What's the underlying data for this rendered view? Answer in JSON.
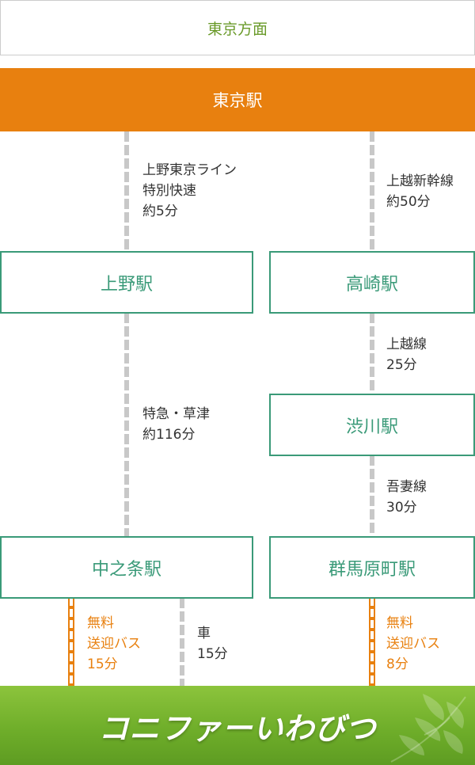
{
  "direction": {
    "label": "東京方面"
  },
  "origin": {
    "label": "東京駅"
  },
  "stations": {
    "ueno": "上野駅",
    "takasaki": "高崎駅",
    "shibukawa": "渋川駅",
    "nakanojo": "中之条駅",
    "gunmaharamachi": "群馬原町駅"
  },
  "segments": {
    "tokyo_ueno": [
      "上野東京ライン",
      "特別快速",
      "約5分"
    ],
    "tokyo_takasaki": [
      "上越新幹線",
      "約50分"
    ],
    "takasaki_shibukawa": [
      "上越線",
      "25分"
    ],
    "ueno_nakanojo": [
      "特急・草津",
      "約116分"
    ],
    "shibukawa_gunmaharamachi": [
      "吾妻線",
      "30分"
    ],
    "nakanojo_bus": [
      "無料",
      "送迎バス",
      "15分"
    ],
    "nakanojo_car": [
      "車",
      "15分"
    ],
    "gunmaharamachi_bus": [
      "無料",
      "送迎バス",
      "8分"
    ]
  },
  "destination": {
    "label": "コニファーいわびつ"
  },
  "colors": {
    "accent_orange": "#e8800f",
    "station_green": "#3a9a78",
    "direction_green": "#6a9a2a",
    "line_gray": "#c8c8c8",
    "destination_green": "#6fae2a"
  }
}
